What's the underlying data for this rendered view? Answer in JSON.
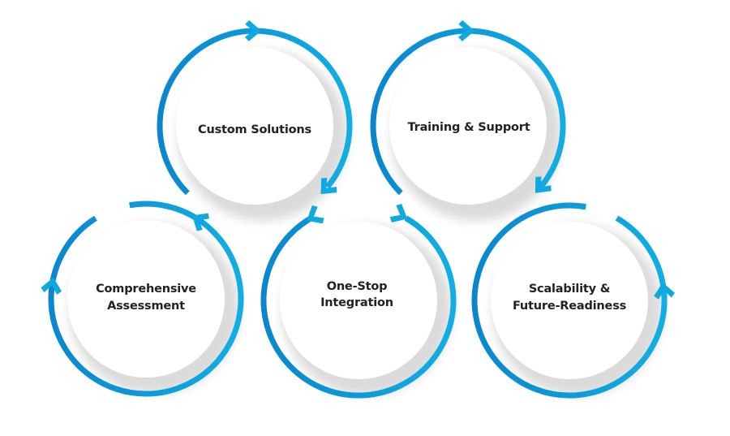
{
  "diagram": {
    "type": "cyclic-process",
    "colors": {
      "ring_light": "#0fa8e0",
      "ring_dark": "#0a8bd2",
      "disk": "#ffffff",
      "shadow": "#d9d9d9",
      "text": "#222222"
    },
    "nodes": [
      {
        "id": "comprehensive-assessment",
        "lines": [
          "Comprehensive",
          "Assessment"
        ],
        "row": "bottom",
        "order": 1
      },
      {
        "id": "custom-solutions",
        "lines": [
          "Custom Solutions"
        ],
        "row": "top",
        "order": 2
      },
      {
        "id": "one-stop-integration",
        "lines": [
          "One-Stop",
          "Integration"
        ],
        "row": "bottom",
        "order": 3
      },
      {
        "id": "training-support",
        "lines": [
          "Training & Support"
        ],
        "row": "top",
        "order": 4
      },
      {
        "id": "scalability-future-readiness",
        "lines": [
          "Scalability &",
          "Future-Readiness"
        ],
        "row": "bottom",
        "order": 5
      }
    ],
    "flow": [
      {
        "from": "comprehensive-assessment",
        "to": "custom-solutions"
      },
      {
        "from": "custom-solutions",
        "to": "one-stop-integration"
      },
      {
        "from": "one-stop-integration",
        "to": "training-support"
      },
      {
        "from": "training-support",
        "to": "scalability-future-readiness"
      }
    ]
  }
}
